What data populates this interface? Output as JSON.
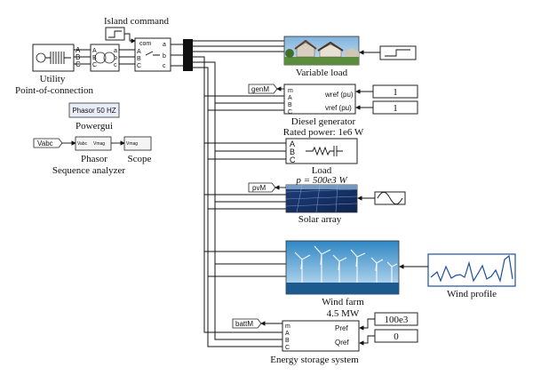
{
  "labels": {
    "island_command": "Island command",
    "utility": "Utility",
    "point_of_connection": "Point-of-connection",
    "powergui_block": "Phasor 50 HZ",
    "powergui": "Powergui",
    "vabc": "Vabc",
    "phasor": "Phasor",
    "sequence_analyzer": "Sequence analyzer",
    "scope": "Scope",
    "variable_load": "Variable load",
    "diesel_generator": "Diesel generator",
    "rated_power": "Rated power: 1e6 W",
    "load": "Load",
    "load_power": "p = 500e3 W",
    "solar_array": "Solar array",
    "wind_farm": "Wind farm",
    "wind_power": "4.5 MW",
    "wind_profile": "Wind profile",
    "energy_storage": "Energy storage system"
  },
  "tags": {
    "gen": "genM",
    "pv": "pvM",
    "batt": "battM"
  },
  "ports": {
    "A": "A",
    "B": "B",
    "C": "C",
    "a": "a",
    "b": "b",
    "c": "c",
    "m": "m",
    "com": "com",
    "wref": "wref (pu)",
    "vref": "vref (pu)",
    "pref": "Pref",
    "qref": "Qref",
    "vabc_in": "Vabc",
    "vmag": "Vmag"
  },
  "constants": {
    "diesel_wref": "1",
    "diesel_vref": "1",
    "ess_pref": "100e3",
    "ess_qref": "0"
  }
}
